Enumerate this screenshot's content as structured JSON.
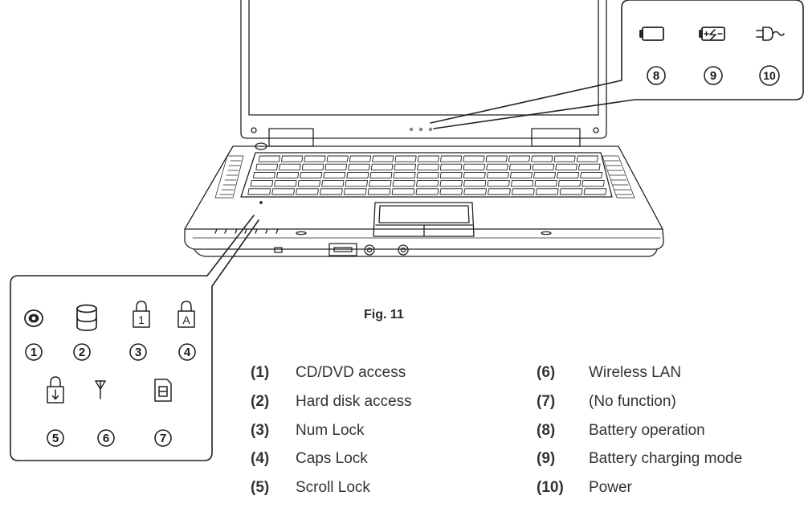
{
  "figure": {
    "caption": "Fig. 11"
  },
  "callouts": {
    "left": [
      "1",
      "2",
      "3",
      "4",
      "5",
      "6",
      "7"
    ],
    "right": [
      "8",
      "9",
      "10"
    ]
  },
  "icons": {
    "left": [
      "cd-dvd-access-icon",
      "hard-disk-icon",
      "num-lock-icon",
      "caps-lock-icon",
      "scroll-lock-icon",
      "wireless-lan-icon",
      "no-function-icon"
    ],
    "right": [
      "battery-icon",
      "battery-charging-icon",
      "power-plug-icon"
    ],
    "num_lock_glyph": "1",
    "caps_lock_glyph": "A"
  },
  "legend": {
    "left": [
      {
        "key": "(1)",
        "label": "CD/DVD access"
      },
      {
        "key": "(2)",
        "label": "Hard disk access"
      },
      {
        "key": "(3)",
        "label": "Num Lock"
      },
      {
        "key": "(4)",
        "label": "Caps Lock"
      },
      {
        "key": "(5)",
        "label": "Scroll Lock"
      }
    ],
    "right": [
      {
        "key": "(6)",
        "label": "Wireless LAN"
      },
      {
        "key": "(7)",
        "label": "(No function)"
      },
      {
        "key": "(8)",
        "label": "Battery operation"
      },
      {
        "key": "(9)",
        "label": "Battery charging mode"
      },
      {
        "key": "(10)",
        "label": "Power"
      }
    ]
  }
}
